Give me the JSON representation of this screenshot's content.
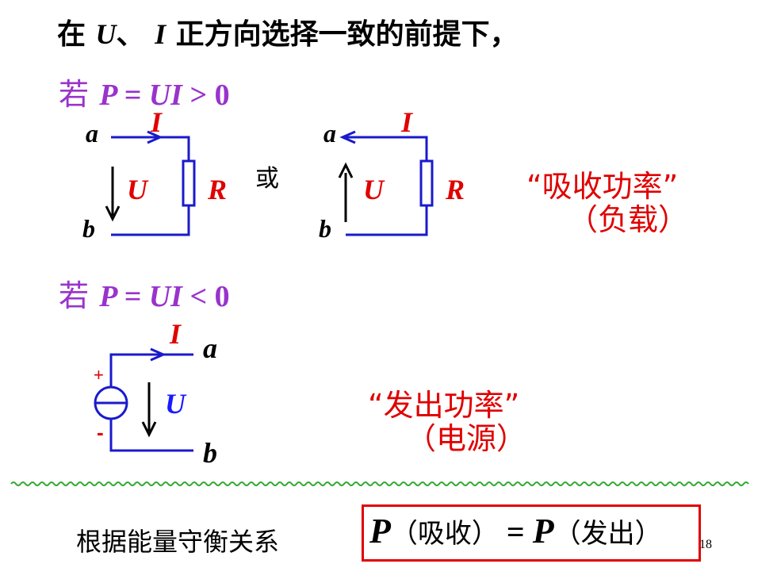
{
  "title": {
    "prefix": "在 ",
    "u": "U",
    "sep": "、 ",
    "i": "I",
    "suffix": " 正方向选择一致的前提下，"
  },
  "case_positive": {
    "word": "若",
    "expr": "P = UI",
    "op": " > ",
    "value": "0"
  },
  "case_negative": {
    "word": "若",
    "expr": "P = UI",
    "op": " < ",
    "value": "0"
  },
  "circuit1": {
    "node_a": "a",
    "node_b": "b",
    "current": "I",
    "voltage": "U",
    "resistor": "R"
  },
  "or_label": "或",
  "circuit2": {
    "node_a": "a",
    "node_b": "b",
    "current": "I",
    "voltage": "U",
    "resistor": "R"
  },
  "absorb": {
    "label": "“吸收功率”",
    "sub": "（负载）"
  },
  "circuit3": {
    "node_a": "a",
    "node_b": "b",
    "current": "I",
    "voltage": "U",
    "plus": "+",
    "minus": "-"
  },
  "emit": {
    "label": "“发出功率”",
    "sub": "（电源）"
  },
  "conservation": {
    "label": "根据能量守衡关系",
    "p1": "P",
    "absorb_word": "（吸收）",
    "eq": " = ",
    "p2": "P",
    "emit_word": "（发出）"
  },
  "page_number": "18",
  "colors": {
    "wire": "#1a1acc",
    "red": "#e00000",
    "purple": "#9933cc",
    "divider": "#33aa33"
  }
}
